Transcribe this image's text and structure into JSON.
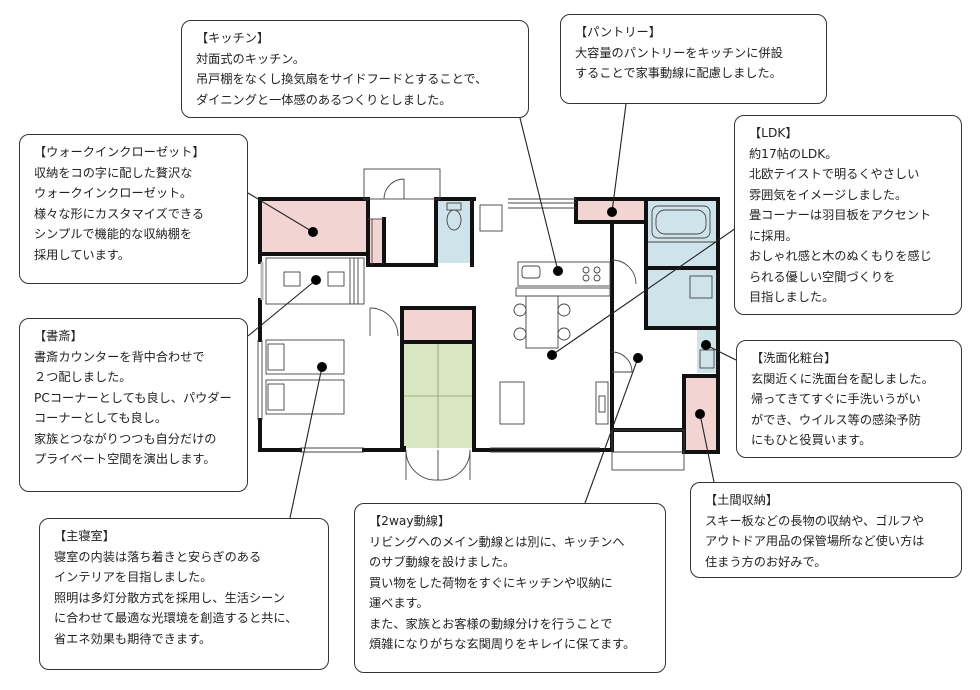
{
  "colors": {
    "closet_pink": "#f2d4d3",
    "wet_blue": "#cfe3ea",
    "tatami_green": "#d9e6c2",
    "wall": "#111111",
    "outline": "#333333"
  },
  "callouts": {
    "kitchen": {
      "title": "【キッチン】",
      "lines": [
        "対面式のキッチン。",
        "吊戸棚をなくし換気扇をサイドフードとすることで、",
        "ダイニングと一体感のあるつくりとしました。"
      ]
    },
    "pantry": {
      "title": "【パントリー】",
      "lines": [
        "大容量のパントリーをキッチンに併設",
        "することで家事動線に配慮しました。"
      ]
    },
    "wic": {
      "title": "【ウォークインクローゼット】",
      "lines": [
        "収納をコの字に配した贅沢な",
        "ウォークインクローゼット。",
        "様々な形にカスタマイズできる",
        "シンプルで機能的な収納棚を",
        "採用しています。"
      ]
    },
    "ldk": {
      "title": "【LDK】",
      "lines": [
        "約17帖のLDK。",
        "北欧テイストで明るくやさしい",
        "雰囲気をイメージしました。",
        "畳コーナーは羽目板をアクセント",
        "に採用。",
        "おしゃれ感と木のぬくもりを感じ",
        "られる優しい空間づくりを",
        "目指しました。"
      ]
    },
    "study": {
      "title": "【書斎】",
      "lines": [
        "書斎カウンターを背中合わせで",
        "２つ配しました。",
        "PCコーナーとしても良し、パウダー",
        "コーナーとしても良し。",
        "家族とつながりつつも自分だけの",
        "プライベート空間を演出します。"
      ]
    },
    "washroom": {
      "title": "【洗面化粧台】",
      "lines": [
        "玄関近くに洗面台を配しました。",
        "帰ってきてすぐに手洗いうがい",
        "ができ、ウイルス等の感染予防",
        "にもひと役買います。"
      ]
    },
    "doma": {
      "title": "【土間収納】",
      "lines": [
        "スキー板などの長物の収納や、ゴルフや",
        "アウトドア用品の保管場所など使い方は",
        "住まう方のお好みで。"
      ]
    },
    "bedroom": {
      "title": "【主寝室】",
      "lines": [
        "寝室の内装は落ち着きと安らぎのある",
        "インテリアを目指しました。",
        "照明は多灯分散方式を採用し、生活シーン",
        "に合わせて最適な光環境を創造すると共に、",
        "省エネ効果も期待できます。"
      ]
    },
    "twoway": {
      "title": "【2way動線】",
      "lines": [
        "リビングへのメイン動線とは別に、キッチンへ",
        "のサブ動線を設けました。",
        "買い物をした荷物をすぐにキッチンや収納に",
        "運べます。",
        "また、家族とお客様の動線分けを行うことで",
        "煩雑になりがちな玄関周りをキレイに保てます。"
      ]
    }
  }
}
